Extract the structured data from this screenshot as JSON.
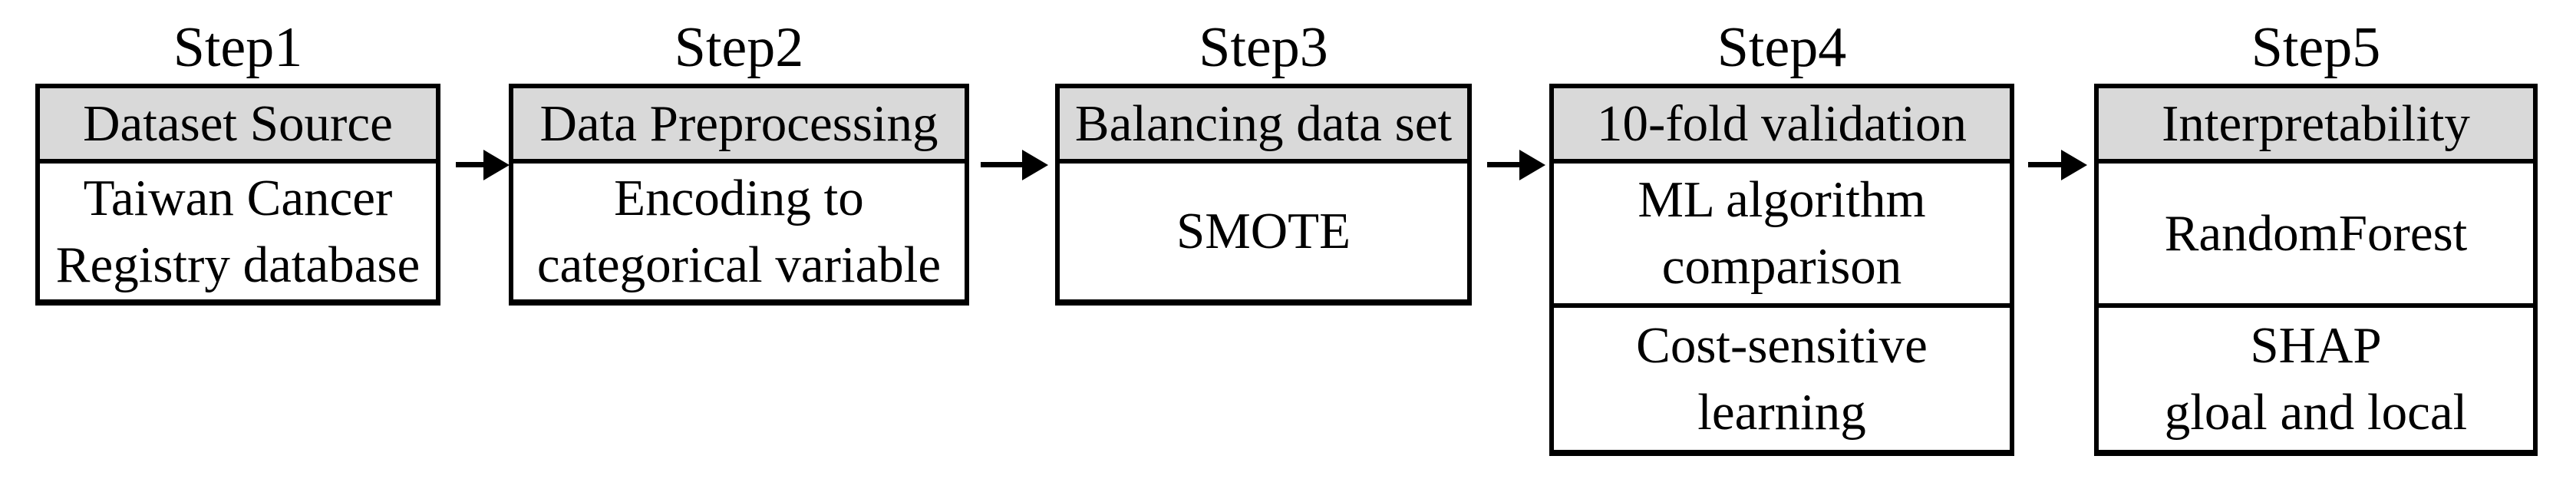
{
  "colors": {
    "header_fill": "#d9d9d9",
    "border": "#000000",
    "background": "#ffffff",
    "text": "#000000"
  },
  "steps": [
    {
      "label": "Step1",
      "header": "Dataset Source",
      "cells": [
        "Taiwan Cancer\nRegistry database"
      ]
    },
    {
      "label": "Step2",
      "header": "Data Preprocessing",
      "cells": [
        "Encoding to\ncategorical variable"
      ]
    },
    {
      "label": "Step3",
      "header": "Balancing data set",
      "cells": [
        "SMOTE"
      ]
    },
    {
      "label": "Step4",
      "header": "10-fold validation",
      "cells": [
        "ML algorithm\ncomparison",
        "Cost-sensitive\nlearning"
      ]
    },
    {
      "label": "Step5",
      "header": "Interpretability",
      "cells": [
        "RandomForest",
        "SHAP\ngloal and local"
      ]
    }
  ],
  "arrows": [
    {
      "name": "arrow-step1-to-step2",
      "direction": "right"
    },
    {
      "name": "arrow-step2-to-step3",
      "direction": "right"
    },
    {
      "name": "arrow-step3-to-step4",
      "direction": "right"
    },
    {
      "name": "arrow-step4-to-step5",
      "direction": "right"
    }
  ]
}
